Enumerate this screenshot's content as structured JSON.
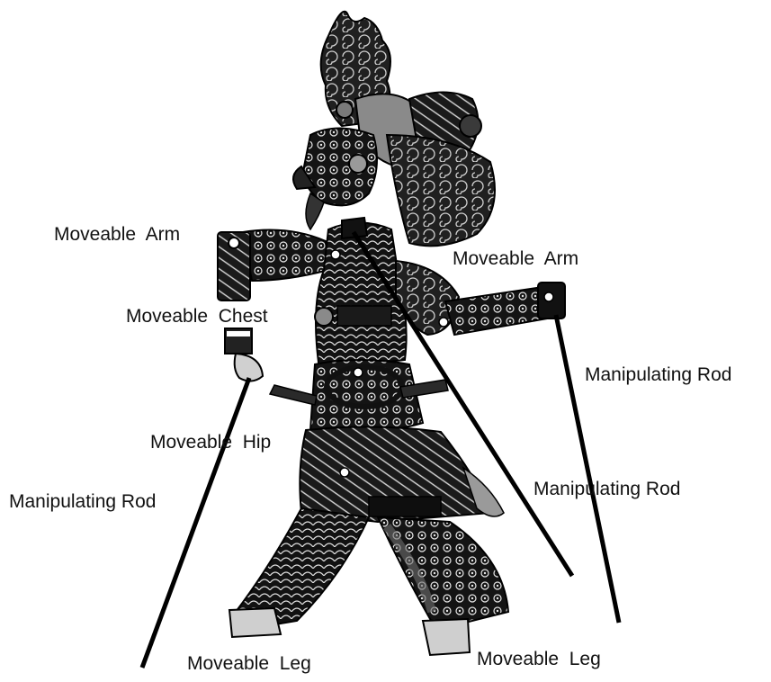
{
  "colors": {
    "ink": "#111111",
    "paper": "#ffffff",
    "accent_grey": "#8a8a8a"
  },
  "labels": {
    "arm_left": "Moveable  Arm",
    "arm_right": "Moveable  Arm",
    "chest": "Moveable  Chest",
    "hip": "Moveable  Hip",
    "rod_right": "Manipulating Rod",
    "rod_center": "Manipulating Rod",
    "rod_left": "Manipulating Rod",
    "leg_left": "Moveable  Leg",
    "leg_right": "Moveable  Leg"
  }
}
